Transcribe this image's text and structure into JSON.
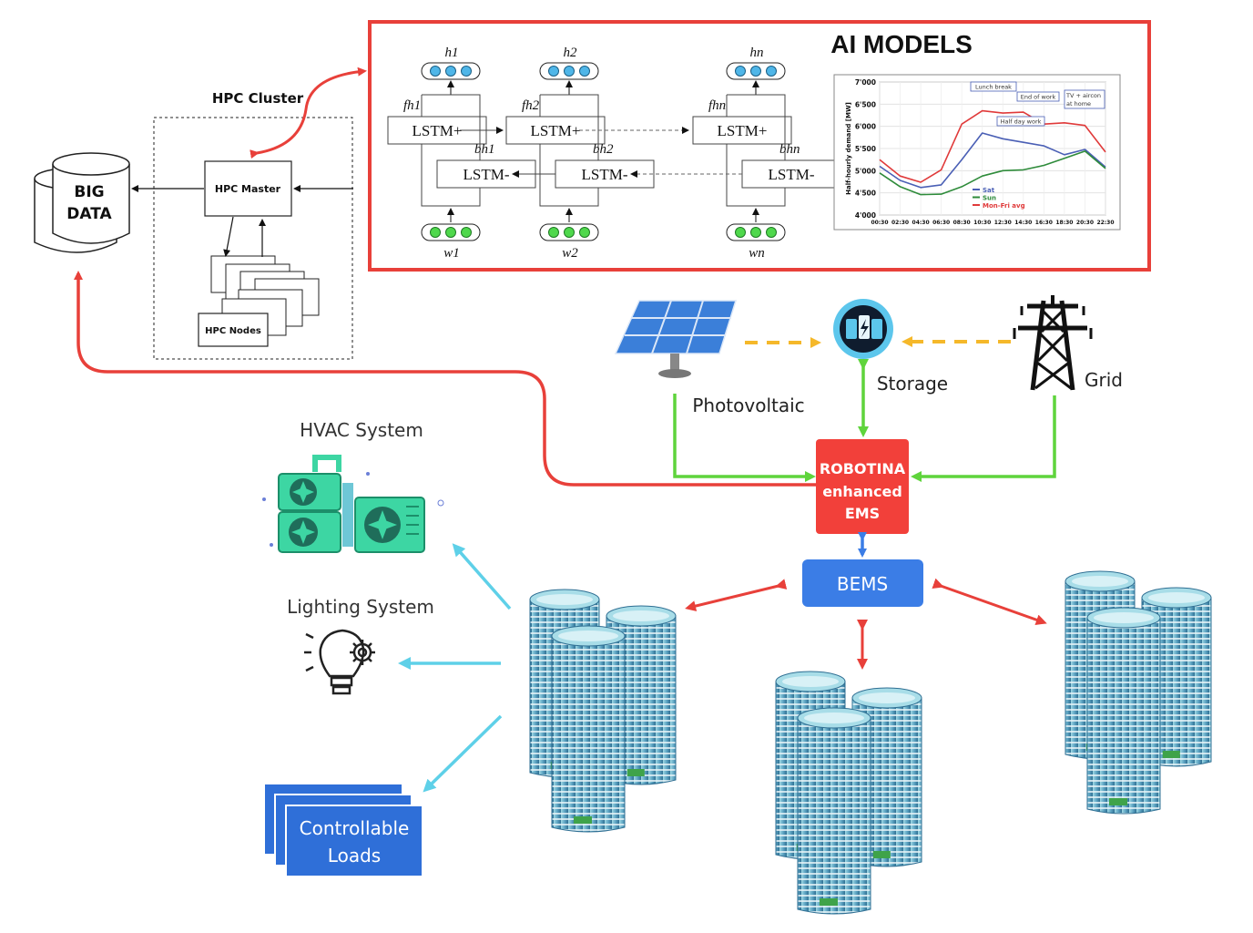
{
  "big_data": {
    "line1": "BIG",
    "line2": "DATA"
  },
  "hpc": {
    "cluster_label": "HPC Cluster",
    "master_label": "HPC Master",
    "nodes_label": "HPC Nodes"
  },
  "ai_models": {
    "title": "AI MODELS",
    "lstm_forward": "LSTM+",
    "lstm_backward": "LSTM-",
    "columns": [
      {
        "h": "h1",
        "w": "w1",
        "fh": "fh1",
        "bh": "bh1"
      },
      {
        "h": "h2",
        "w": "w2",
        "fh": "fh2",
        "bh": "bh2"
      },
      {
        "h": "hn",
        "w": "wn",
        "fh": "fhn",
        "bh": "bhn"
      }
    ]
  },
  "chart_data": {
    "type": "line",
    "title": "",
    "xlabel": "",
    "ylabel": "Half-hourly demand [MW]",
    "x": [
      "00:30",
      "02:30",
      "04:30",
      "06:30",
      "08:30",
      "10:30",
      "12:30",
      "14:30",
      "16:30",
      "18:30",
      "20:30",
      "22:30"
    ],
    "y_ticks": [
      "4'000",
      "4'500",
      "5'000",
      "5'500",
      "6'000",
      "6'500",
      "7'000"
    ],
    "ylim": [
      4000,
      7000
    ],
    "grid": true,
    "legend_position": "bottom-left",
    "series": [
      {
        "name": "Sat",
        "color": "#4a5fb5",
        "values": [
          5100,
          4780,
          4620,
          4680,
          5250,
          5850,
          5720,
          5640,
          5560,
          5360,
          5480,
          5080
        ]
      },
      {
        "name": "Sun",
        "color": "#2e8b3a",
        "values": [
          4950,
          4640,
          4460,
          4470,
          4640,
          4880,
          5000,
          5020,
          5120,
          5280,
          5440,
          5050
        ]
      },
      {
        "name": "Mon-Fri avg",
        "color": "#e03a3a",
        "values": [
          5250,
          4880,
          4740,
          5020,
          6050,
          6350,
          6300,
          6320,
          6050,
          6080,
          6020,
          5420
        ]
      }
    ],
    "annotations": [
      "Lunch break",
      "End of work",
      "TV + aircon at home",
      "Half day work"
    ]
  },
  "energy": {
    "photovoltaic": "Photovoltaic",
    "storage": "Storage",
    "grid": "Grid",
    "ems_line1": "ROBOTINA",
    "ems_line2": "enhanced",
    "ems_line3": "EMS",
    "bems": "BEMS"
  },
  "systems": {
    "hvac": "HVAC System",
    "lighting": "Lighting System",
    "loads_line1": "Controllable",
    "loads_line2": "Loads"
  },
  "colors": {
    "red_arrow": "#e8403a",
    "green_arrow": "#5fd43c",
    "yellow_arrow": "#f5b82a",
    "cyan_arrow": "#5ed0e8",
    "ems_box": "#f2403a",
    "bems_box": "#3b7de6",
    "loads_box": "#2f6fd8"
  }
}
